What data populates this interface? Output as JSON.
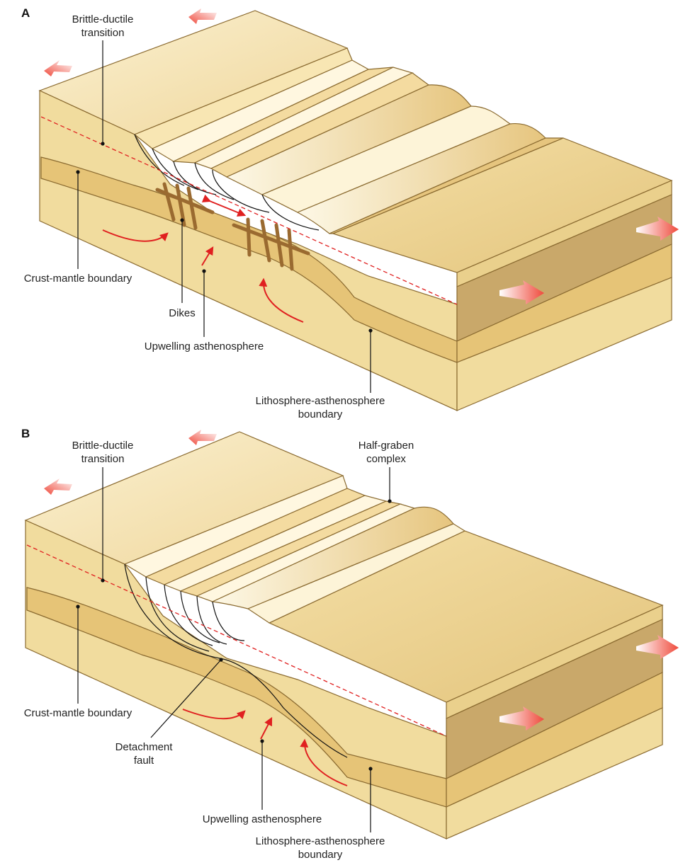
{
  "panels": [
    {
      "id": "A",
      "label": "A",
      "labels": {
        "brittle_ductile_1": "Brittle-ductile",
        "brittle_ductile_2": "transition",
        "crust_mantle": "Crust-mantle boundary",
        "dikes": "Dikes",
        "upwelling": "Upwelling asthenosphere",
        "lab_1": "Lithosphere-asthenosphere",
        "lab_2": "boundary"
      }
    },
    {
      "id": "B",
      "label": "B",
      "labels": {
        "brittle_ductile_1": "Brittle-ductile",
        "brittle_ductile_2": "transition",
        "half_graben_1": "Half-graben",
        "half_graben_2": "complex",
        "crust_mantle": "Crust-mantle boundary",
        "detachment_1": "Detachment",
        "detachment_2": "fault",
        "upwelling": "Upwelling asthenosphere",
        "lab_1": "Lithosphere-asthenosphere",
        "lab_2": "boundary"
      }
    }
  ],
  "colors": {
    "top_surface": "#f6e6b8",
    "upper_crust": "#f1dc9e",
    "lower_crust": "#e8c878",
    "mantle_lithosphere": "#f3dfa4",
    "right_face_dark": "#c9a86a",
    "right_face_light": "#ead08c",
    "arrow_red": "#e02020",
    "extension_arrow": "#f05a4a"
  }
}
